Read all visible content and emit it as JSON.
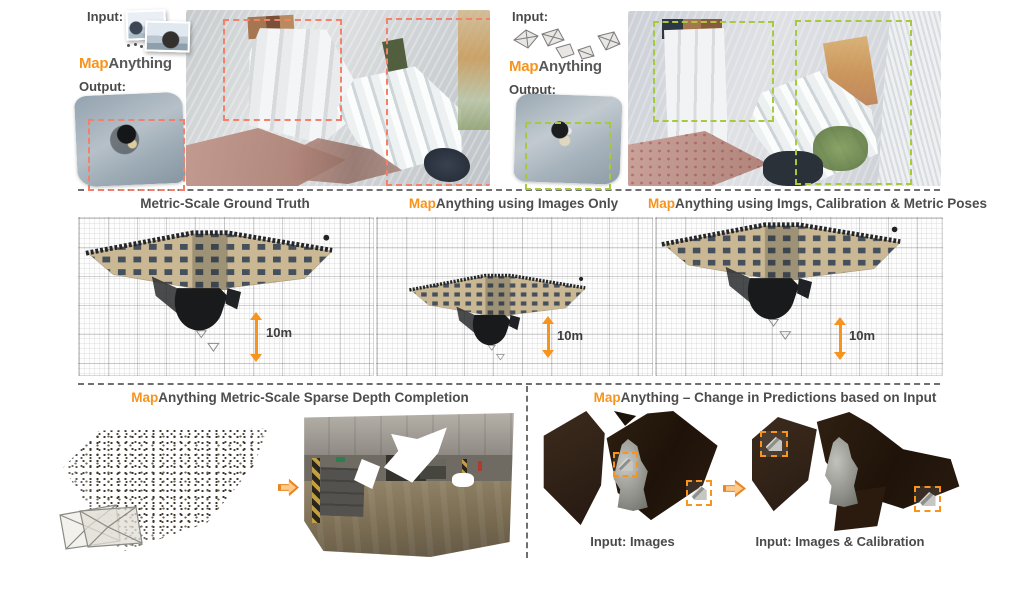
{
  "colors": {
    "accent_orange": "#F7941D",
    "text_gray": "#595959",
    "highlight_red": "#F2806B",
    "highlight_green": "#A6C93F"
  },
  "icons": {
    "forward_arrow": "block-arrow-right",
    "scale_arrow": "vertical-double-arrow",
    "camera_frustums": "camera-frustum-wireframes"
  },
  "top": {
    "left": {
      "input_label": "Input:",
      "brand_map": "Map",
      "brand_rest": "Anything",
      "output_label": "Output:"
    },
    "right": {
      "input_label": "Input:",
      "brand_map": "Map",
      "brand_rest": "Anything",
      "output_label": "Output:"
    }
  },
  "middle": {
    "panel1": {
      "title": "Metric-Scale Ground Truth",
      "scale_label": "10m"
    },
    "panel2": {
      "title_map": "Map",
      "title_rest": "Anything using Images Only",
      "scale_label": "10m"
    },
    "panel3": {
      "title_map": "Map",
      "title_rest": "Anything using Imgs, Calibration & Metric Poses",
      "scale_label": "10m"
    }
  },
  "bottom": {
    "left_panel": {
      "title_map": "Map",
      "title_rest": "Anything Metric-Scale Sparse Depth Completion"
    },
    "right_panel": {
      "title_map": "Map",
      "title_rest": "Anything – Change in Predictions based on Input",
      "caption_left": "Input: Images",
      "caption_right": "Input: Images & Calibration"
    }
  }
}
